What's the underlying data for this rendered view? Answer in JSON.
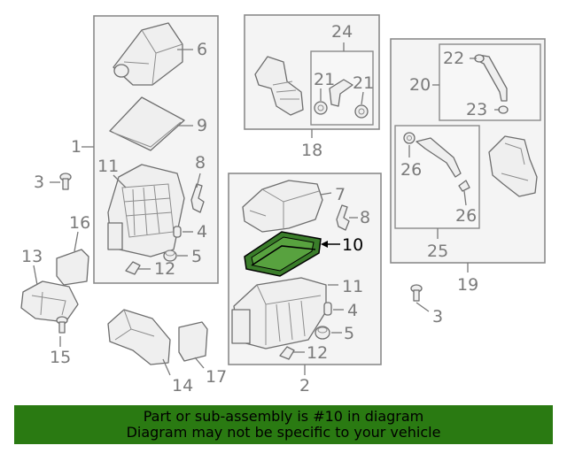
{
  "callouts": {
    "c1": "1",
    "c2": "2",
    "c3a": "3",
    "c3b": "3",
    "c4a": "4",
    "c4b": "4",
    "c5a": "5",
    "c5b": "5",
    "c6": "6",
    "c7": "7",
    "c8a": "8",
    "c8b": "8",
    "c9": "9",
    "c10": "10",
    "c11a": "11",
    "c11b": "11",
    "c12a": "12",
    "c12b": "12",
    "c13": "13",
    "c14": "14",
    "c15": "15",
    "c16": "16",
    "c17": "17",
    "c18": "18",
    "c19": "19",
    "c20": "20",
    "c21a": "21",
    "c21b": "21",
    "c22": "22",
    "c23": "23",
    "c24": "24",
    "c25": "25",
    "c26a": "26",
    "c26b": "26"
  },
  "colors": {
    "highlight_part": "#3a7d2a",
    "footer_background": "#2a7a12"
  },
  "footer": {
    "line1": "Part or sub-assembly is #10 in diagram",
    "line2": "Diagram may not be specific to your vehicle"
  }
}
